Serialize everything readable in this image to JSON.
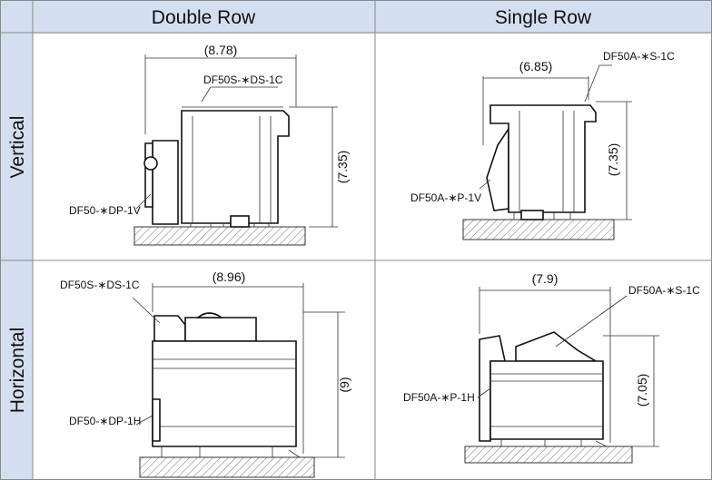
{
  "headers": {
    "double_row": "Double Row",
    "single_row": "Single Row"
  },
  "rows": {
    "vertical": "Vertical",
    "horizontal": "Horizontal"
  },
  "cells": {
    "double_vertical": {
      "width_dim": "(8.78)",
      "height_dim": "(7.35)",
      "socket_part": "DF50S-∗DS-1C",
      "header_part": "DF50-∗DP-1V"
    },
    "single_vertical": {
      "width_dim": "(6.85)",
      "height_dim": "(7.35)",
      "socket_part": "DF50A-∗S-1C",
      "header_part": "DF50A-∗P-1V"
    },
    "double_horizontal": {
      "width_dim": "(8.96)",
      "height_dim": "(9)",
      "socket_part": "DF50S-∗DS-1C",
      "header_part": "DF50-∗DP-1H"
    },
    "single_horizontal": {
      "width_dim": "(7.9)",
      "height_dim": "(7.05)",
      "socket_part": "DF50A-∗S-1C",
      "header_part": "DF50A-∗P-1H"
    }
  },
  "colors": {
    "header_bg": "#d3dff0",
    "board_hatch": "#777777",
    "grid": "#8a8a8a"
  }
}
